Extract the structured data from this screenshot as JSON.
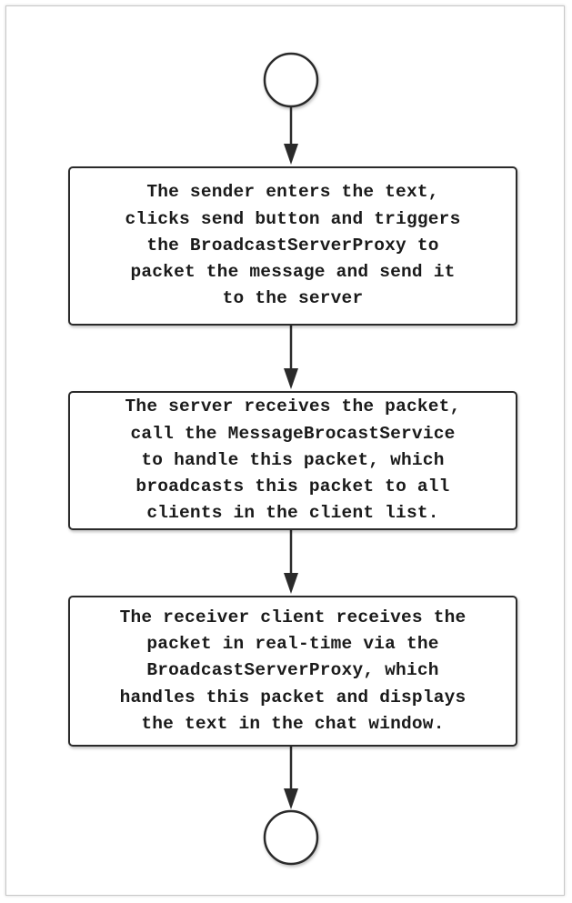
{
  "diagram": {
    "start_node": "",
    "end_node": "",
    "steps": [
      {
        "text": "The sender enters the text,\nclicks send button and triggers\nthe BroadcastServerProxy to\npacket the message and send it\nto the server"
      },
      {
        "text": "The server receives the packet,\ncall the MessageBrocastService\nto handle this packet, which\nbroadcasts this packet to all\nclients in the client list."
      },
      {
        "text": "The receiver client receives the\npacket in real-time via the\nBroadcastServerProxy, which\nhandles this packet and displays\nthe text in the chat window."
      }
    ]
  }
}
